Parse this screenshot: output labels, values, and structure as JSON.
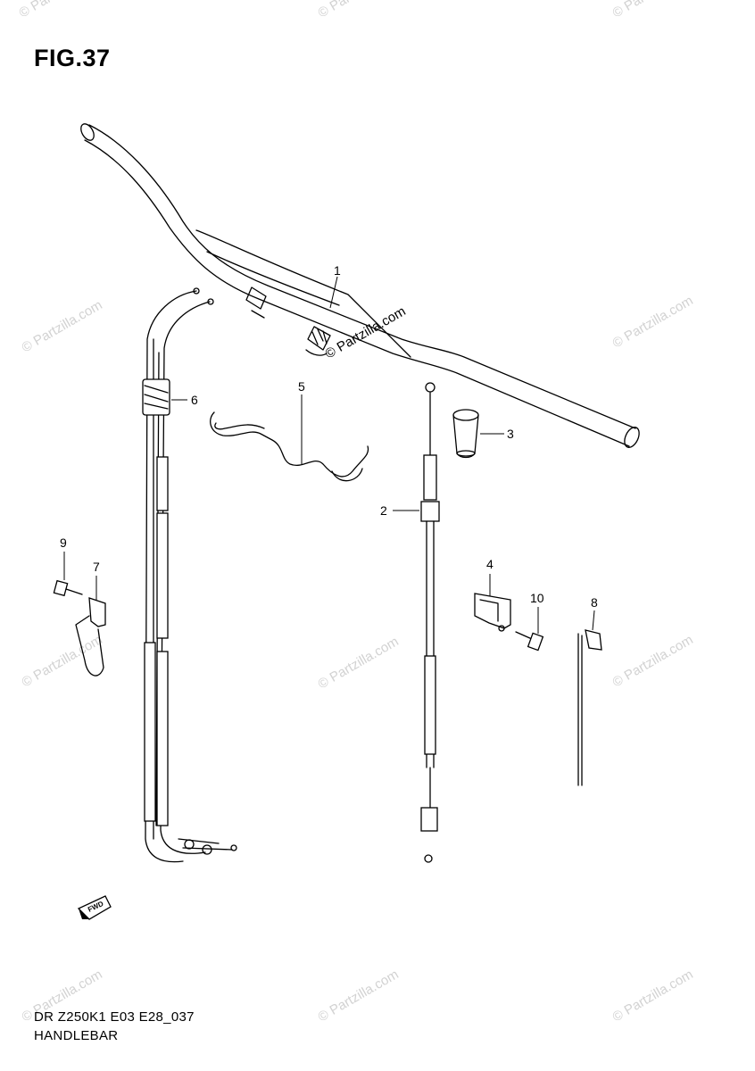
{
  "figure": {
    "title": "FIG.37",
    "model_code": "DR Z250K1 E03 E28_037",
    "section_name": "HANDLEBAR"
  },
  "watermark": {
    "text": "© Partzilla.com",
    "color": "#d2d2d2"
  },
  "callouts": [
    "1",
    "2",
    "3",
    "4",
    "5",
    "6",
    "7",
    "8",
    "9",
    "10"
  ],
  "parts": [
    {
      "callout": "1",
      "name": "handlebar",
      "icon": "handlebar-icon"
    },
    {
      "callout": "2",
      "name": "clutch cable",
      "icon": "clutch-cable-icon"
    },
    {
      "callout": "3",
      "name": "grommet",
      "icon": "grommet-icon"
    },
    {
      "callout": "4",
      "name": "clamp",
      "icon": "clamp-icon"
    },
    {
      "callout": "5",
      "name": "breather hose",
      "icon": "hose-icon"
    },
    {
      "callout": "6",
      "name": "throttle cables",
      "icon": "throttle-cable-icon"
    },
    {
      "callout": "7",
      "name": "cable guide",
      "icon": "cable-guide-icon"
    },
    {
      "callout": "8",
      "name": "cable band",
      "icon": "cable-band-icon"
    },
    {
      "callout": "9",
      "name": "bolt",
      "icon": "bolt-icon"
    },
    {
      "callout": "10",
      "name": "bolt",
      "icon": "bolt-icon"
    }
  ],
  "fwd_label": "FWD",
  "colors": {
    "line": "#000000",
    "background": "#ffffff"
  }
}
